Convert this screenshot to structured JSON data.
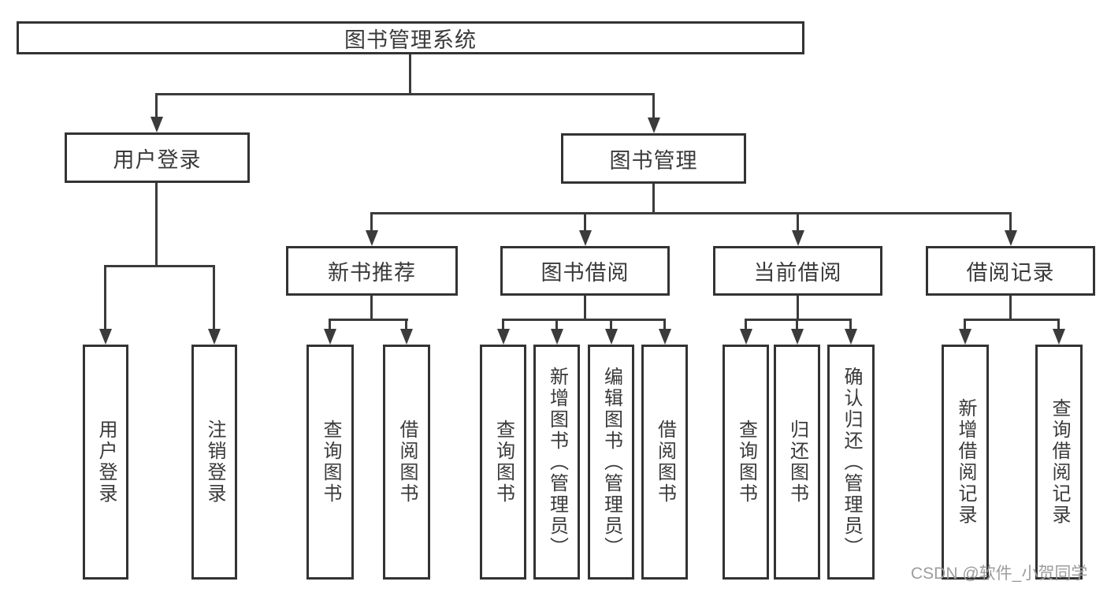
{
  "diagram": {
    "root": {
      "label": "图书管理系统"
    },
    "branches": [
      {
        "label": "用户登录",
        "children": [
          {
            "label": "用户登录"
          },
          {
            "label": "注销登录"
          }
        ]
      },
      {
        "label": "图书管理",
        "children": [
          {
            "label": "新书推荐",
            "children": [
              {
                "label": "查询图书"
              },
              {
                "label": "借阅图书"
              }
            ]
          },
          {
            "label": "图书借阅",
            "children": [
              {
                "label": "查询图书"
              },
              {
                "label": "新增图书（管理员）"
              },
              {
                "label": "编辑图书（管理员）"
              },
              {
                "label": "借阅图书"
              }
            ]
          },
          {
            "label": "当前借阅",
            "children": [
              {
                "label": "查询图书"
              },
              {
                "label": "归还图书"
              },
              {
                "label": "确认归还（管理员）"
              }
            ]
          },
          {
            "label": "借阅记录",
            "children": [
              {
                "label": "新增借阅记录"
              },
              {
                "label": "查询借阅记录"
              }
            ]
          }
        ]
      }
    ]
  },
  "watermark": "CSDN @软件_小贺同学"
}
